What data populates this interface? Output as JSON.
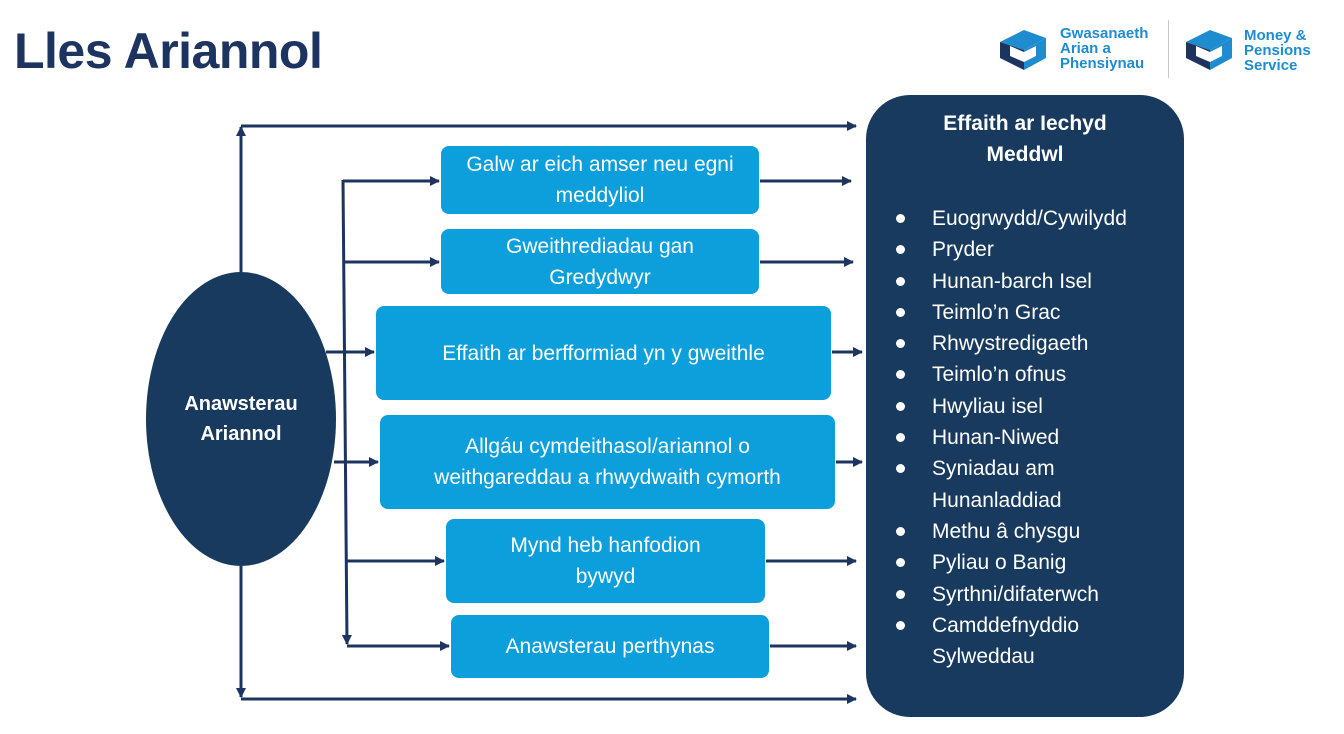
{
  "title": "Lles Ariannol",
  "logos": {
    "welsh": [
      "Gwasanaeth",
      "Arian a",
      "Phensiynau"
    ],
    "english": [
      "Money &",
      "Pensions",
      "Service"
    ],
    "colors": {
      "primary": "#1f8ccf",
      "dark": "#1d3461"
    }
  },
  "source": {
    "label": "Anawsterau Ariannol"
  },
  "factors": [
    "Galw ar eich amser neu egni meddyliol",
    "Gweithrediadau gan Gredydwyr",
    "Effaith ar berfformiad yn y gweithle",
    "Allgáu cymdeithasol/ariannol o weithgareddau a rhwydwaith cymorth",
    "Mynd heb hanfodion bywyd",
    "Anawsterau perthynas"
  ],
  "outcome": {
    "title": "Effaith ar Iechyd Meddwl",
    "items": [
      "Euogrwydd/Cywilydd",
      "Pryder",
      "Hunan-barch Isel",
      "Teimlo’n Grac",
      "Rhwystredigaeth",
      "Teimlo’n ofnus",
      "Hwyliau isel",
      "Hunan-Niwed",
      "Syniadau am Hunanladdiad",
      "Methu â chysgu",
      "Pyliau o Banig",
      "Syrthni/difaterwch",
      "Camddefnyddio Sylweddau"
    ]
  },
  "colors": {
    "navy": "#173a5e",
    "title": "#1d3461",
    "box": "#0c9fdc",
    "arrow": "#1d3461"
  }
}
